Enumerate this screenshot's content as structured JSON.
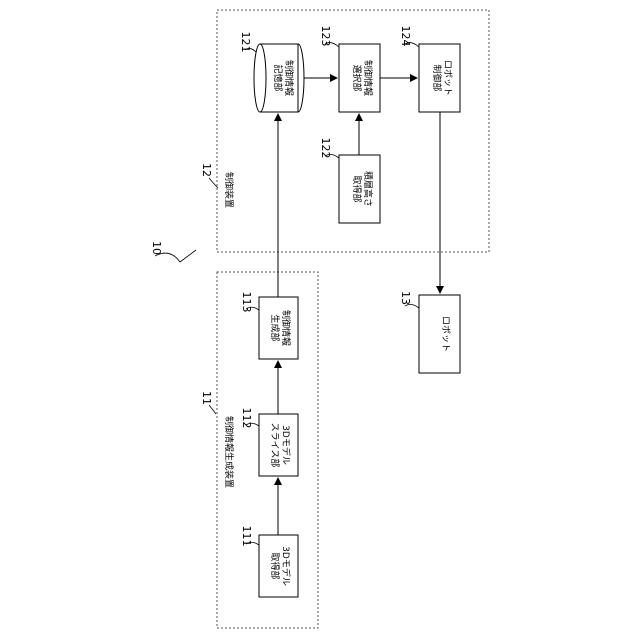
{
  "figure": {
    "system_ref": "10",
    "groups": {
      "generator": {
        "ref": "11",
        "label": "制御情報生成装置"
      },
      "controller": {
        "ref": "12",
        "label": "制御装置"
      }
    },
    "blocks": {
      "b111": {
        "ref": "111",
        "line1": "3Dモデル",
        "line2": "取得部"
      },
      "b112": {
        "ref": "112",
        "line1": "3Dモデル",
        "line2": "スライス部"
      },
      "b113": {
        "ref": "113",
        "line1": "制御情報",
        "line2": "生成部"
      },
      "b121": {
        "ref": "121",
        "line1": "制御情報",
        "line2": "記憶部"
      },
      "b122": {
        "ref": "122",
        "line1": "積層高さ",
        "line2": "取得部"
      },
      "b123": {
        "ref": "123",
        "line1": "制御情報",
        "line2": "選択部"
      },
      "b124": {
        "ref": "124",
        "line1": "ロボット",
        "line2": "制御部"
      },
      "b13": {
        "ref": "13",
        "line1": "ロボット",
        "line2": ""
      }
    }
  }
}
